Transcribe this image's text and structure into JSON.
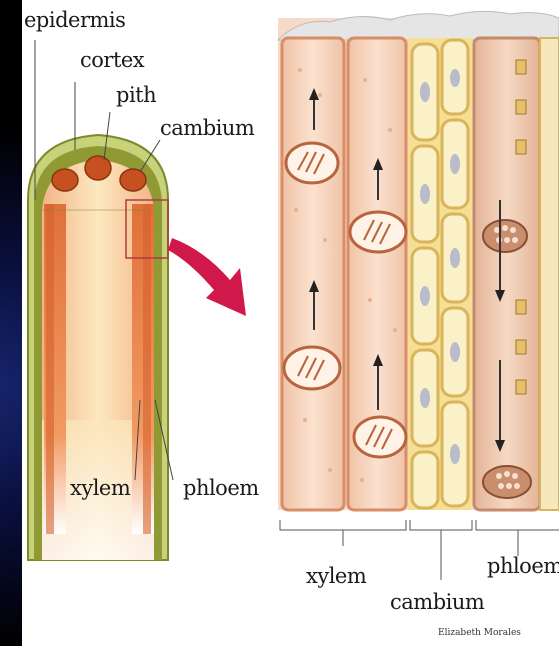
{
  "diagram": {
    "stem_labels": {
      "epidermis": "epidermis",
      "cortex": "cortex",
      "pith": "pith",
      "cambium": "cambium",
      "xylem": "xylem",
      "phloem": "phloem"
    },
    "tissue_labels": {
      "xylem": "xylem",
      "cambium": "cambium",
      "phloem": "phloem"
    },
    "credit": "Elizabeth Morales"
  },
  "colors": {
    "xylem_cell": "#f4d2bb",
    "xylem_wall": "#d98c66",
    "cambium_cell": "#fbf1c8",
    "cambium_wall": "#d9b45a",
    "phloem_cell": "#ebc8b0",
    "arrow_red": "#d0184a",
    "cortex_green": "#7c8a2a",
    "pith_cream": "#fbe5b8"
  }
}
